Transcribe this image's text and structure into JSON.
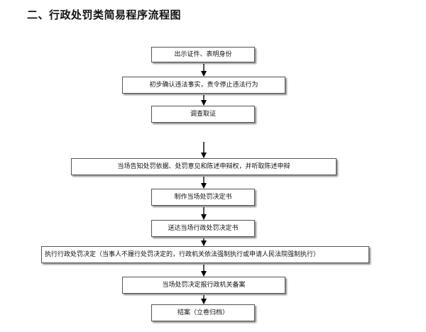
{
  "title": "二、行政处罚类简易程序流程图",
  "steps": [
    "出示证件、表明身份",
    "初步确认违法事实，责令停止违法行为",
    "调查取证",
    "当场告知处罚依据、处罚意见和陈述申辩权，并听取陈述申辩",
    "制作当场处罚决定书",
    "送达当场行政处罚决定书",
    "执行行政处罚决定（当事人不履行处罚决定的，行政机关依法强制执行或申请人民法院强制执行）",
    "当场处罚决定报行政机关备案",
    "结案（立卷归档）"
  ]
}
